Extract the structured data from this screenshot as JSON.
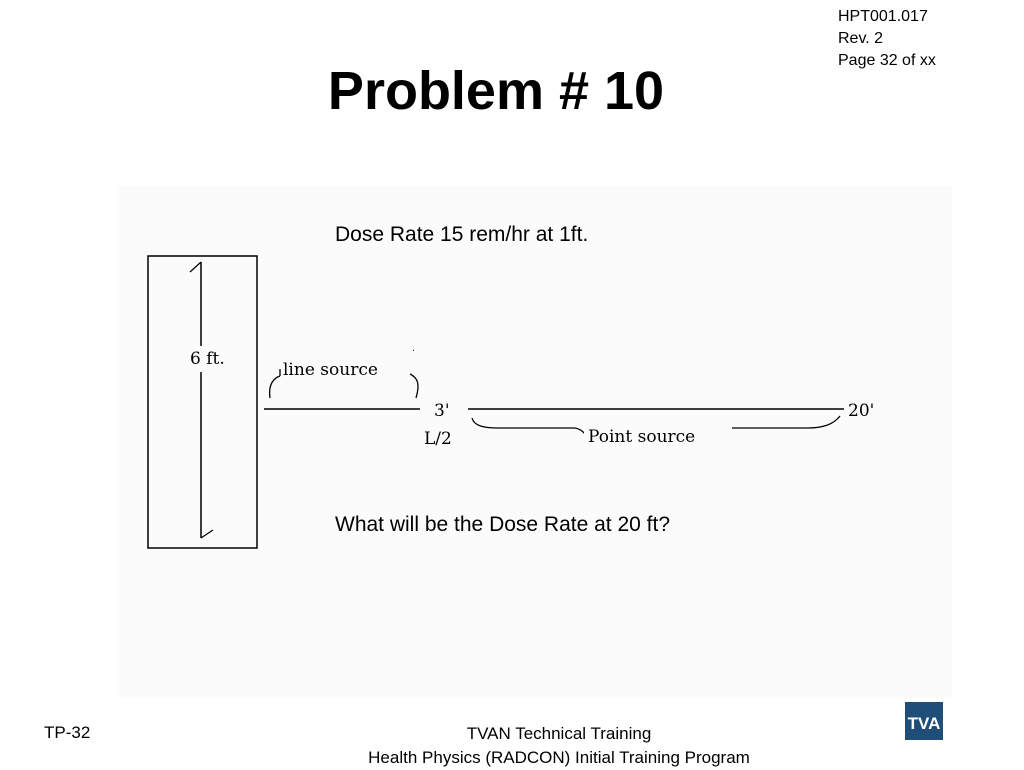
{
  "header": {
    "doc_number": "HPT001.017",
    "revision": "Rev. 2",
    "page": "Page 32 of xx"
  },
  "title": "Problem # 10",
  "problem": {
    "given": "Dose Rate 15 rem/hr at 1ft.",
    "question": "What will be the Dose Rate at 20 ft?"
  },
  "diagram": {
    "length_label": "6 ft.",
    "line_source_label": "line source",
    "distance_3_label": "3'",
    "half_length_label": "L/2",
    "point_source_label": "Point source",
    "distance_20_label": "20'"
  },
  "footer": {
    "slide_id": "TP-32",
    "org_line": "TVAN Technical Training",
    "program_line": "Health Physics (RADCON) Initial Training Program"
  },
  "logo": {
    "text": "TVA",
    "color": "#1f4e79"
  }
}
